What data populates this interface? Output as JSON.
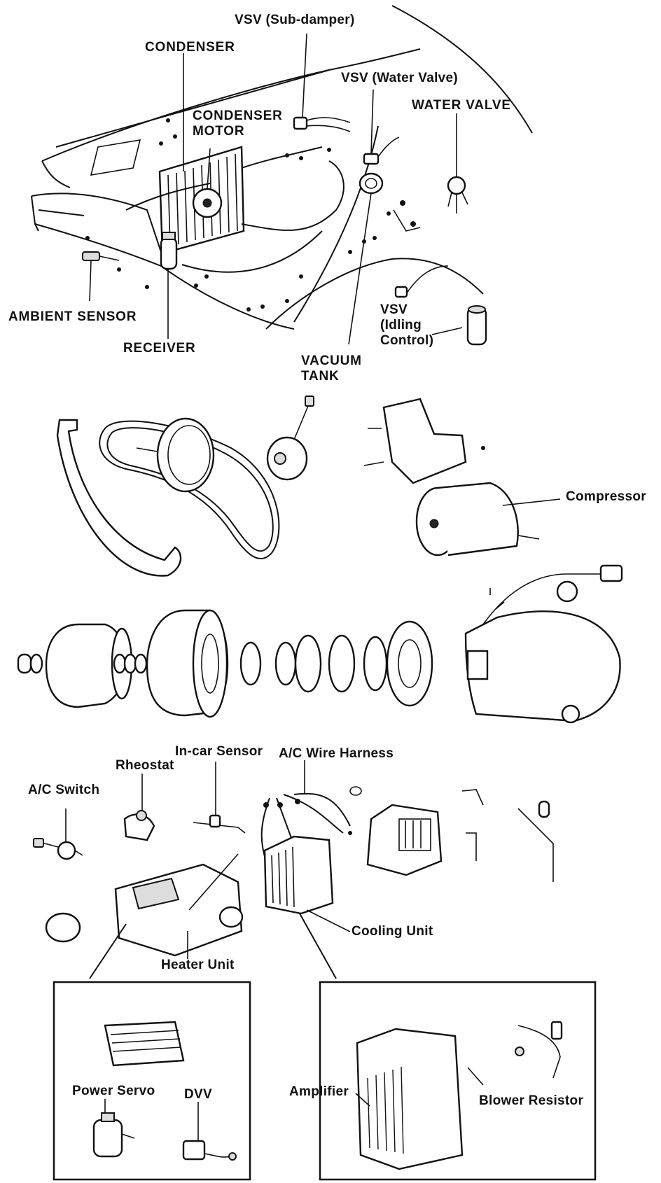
{
  "top_section": {
    "vsv_sub_damper": "VSV (Sub-damper)",
    "condenser": "CONDENSER",
    "vsv_water_valve": "VSV (Water Valve)",
    "water_valve": "WATER VALVE",
    "condenser_motor": "CONDENSER\nMOTOR",
    "ambient_sensor": "AMBIENT SENSOR",
    "receiver": "RECEIVER",
    "vsv_idling_control": "VSV\n(Idling\nControl)",
    "vacuum_tank": "VACUUM\nTANK"
  },
  "compressor_section": {
    "compressor": "Compressor"
  },
  "interior_section": {
    "in_car_sensor": "In-car Sensor",
    "ac_wire_harness": "A/C Wire Harness",
    "rheostat": "Rheostat",
    "ac_switch": "A/C Switch",
    "cooling_unit": "Cooling Unit",
    "heater_unit": "Heater Unit"
  },
  "heater_inset": {
    "power_servo": "Power Servo",
    "dvv": "DVV"
  },
  "cooling_inset": {
    "amplifier": "Amplifier",
    "blower_resistor": "Blower Resistor"
  }
}
